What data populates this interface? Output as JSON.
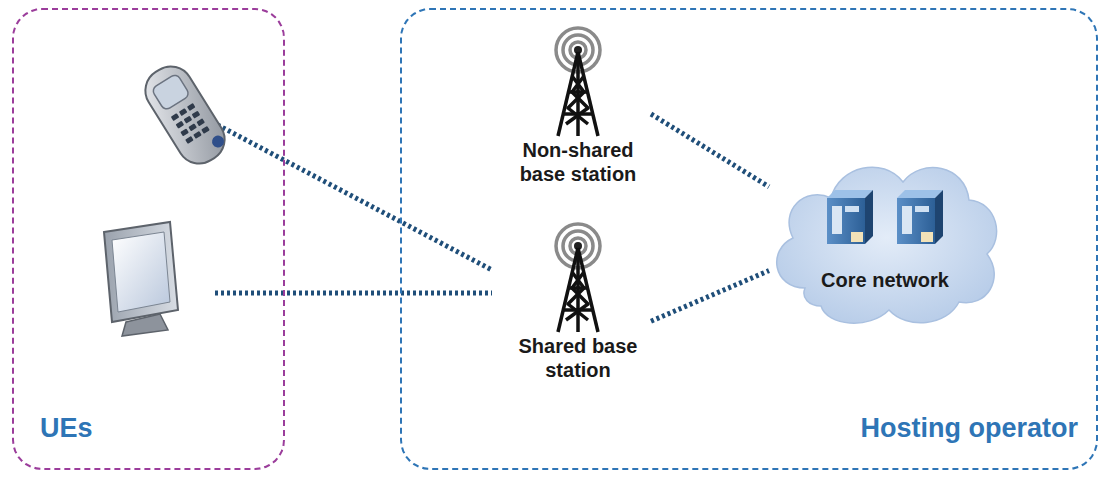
{
  "diagram": {
    "nodes": [
      {
        "text": [
          "UEs"
        ]
      },
      {
        "text": [
          "Hosting operator"
        ]
      },
      {
        "text": [
          "Non-shared base station"
        ],
        "in": 1
      },
      {
        "text": [
          "Shared base station"
        ],
        "in": 1
      },
      {
        "text": [
          "Core network"
        ],
        "in": 1
      }
    ],
    "edges": [
      {
        "from": 2,
        "to": 4,
        "arrow": "none"
      },
      {
        "from": 3,
        "to": 4,
        "arrow": "none"
      }
    ]
  }
}
